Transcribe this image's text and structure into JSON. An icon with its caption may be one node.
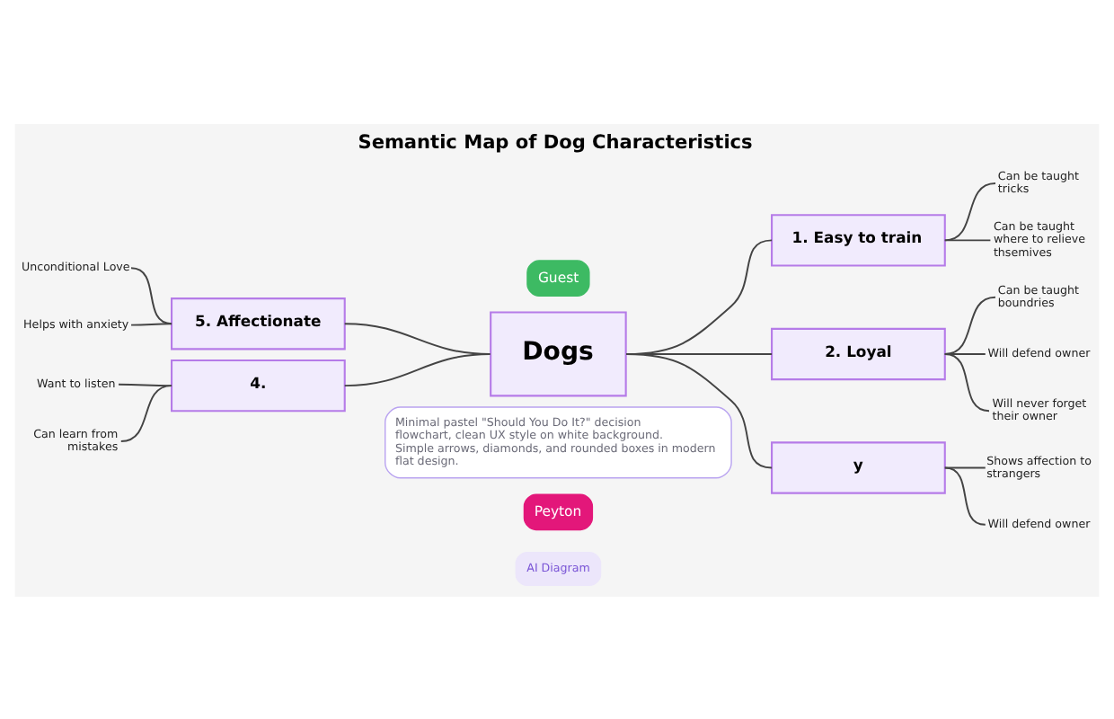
{
  "diagram": {
    "title": "Semantic Map of Dog Characteristics",
    "nodes": [
      {
        "text": [
          "Dogs"
        ]
      },
      {
        "text": [
          "1. Easy to train"
        ]
      },
      {
        "text": [
          "2. Loyal"
        ]
      },
      {
        "text": [
          "y"
        ]
      },
      {
        "text": [
          "5. Affectionate"
        ]
      },
      {
        "text": [
          "4."
        ]
      },
      {
        "text": [
          "Can be taught tricks"
        ]
      },
      {
        "text": [
          "Can be taught where to relieve thsemives"
        ]
      },
      {
        "text": [
          "Can be taught boundries"
        ]
      },
      {
        "text": [
          "Will defend owner"
        ]
      },
      {
        "text": [
          "Will never forget their owner"
        ]
      },
      {
        "text": [
          "Shows affection to strangers"
        ]
      },
      {
        "text": [
          "Will defend owner"
        ]
      },
      {
        "text": [
          "Unconditional Love"
        ]
      },
      {
        "text": [
          "Helps with anxiety"
        ]
      },
      {
        "text": [
          "Want to listen"
        ]
      },
      {
        "text": [
          "Can learn from mistakes"
        ]
      }
    ],
    "edges": [
      {
        "from": 13,
        "to": 4,
        "arrow": "none"
      },
      {
        "from": 14,
        "to": 4,
        "arrow": "none"
      },
      {
        "from": 15,
        "to": 5,
        "arrow": "none"
      },
      {
        "from": 16,
        "to": 5,
        "arrow": "none"
      },
      {
        "from": 4,
        "to": 0,
        "arrow": "none"
      },
      {
        "from": 5,
        "to": 0,
        "arrow": "none"
      },
      {
        "from": 0,
        "to": 1,
        "arrow": "none"
      },
      {
        "from": 0,
        "to": 2,
        "arrow": "none"
      },
      {
        "from": 0,
        "to": 3,
        "arrow": "none"
      },
      {
        "from": 1,
        "to": 6,
        "arrow": "none"
      },
      {
        "from": 1,
        "to": 7,
        "arrow": "none"
      },
      {
        "from": 2,
        "to": 8,
        "arrow": "none"
      },
      {
        "from": 2,
        "to": 9,
        "arrow": "none"
      },
      {
        "from": 2,
        "to": 10,
        "arrow": "none"
      },
      {
        "from": 3,
        "to": 11,
        "arrow": "none"
      },
      {
        "from": 3,
        "to": 12,
        "arrow": "none"
      }
    ],
    "labels": [
      "Guest",
      "Minimal pastel \"Should You Do It?\" decision flowchart, clean UX style on white background. Simple arrows, diamonds, and rounded boxes in modern flat design.",
      "Peyton",
      "AI Diagram"
    ]
  }
}
